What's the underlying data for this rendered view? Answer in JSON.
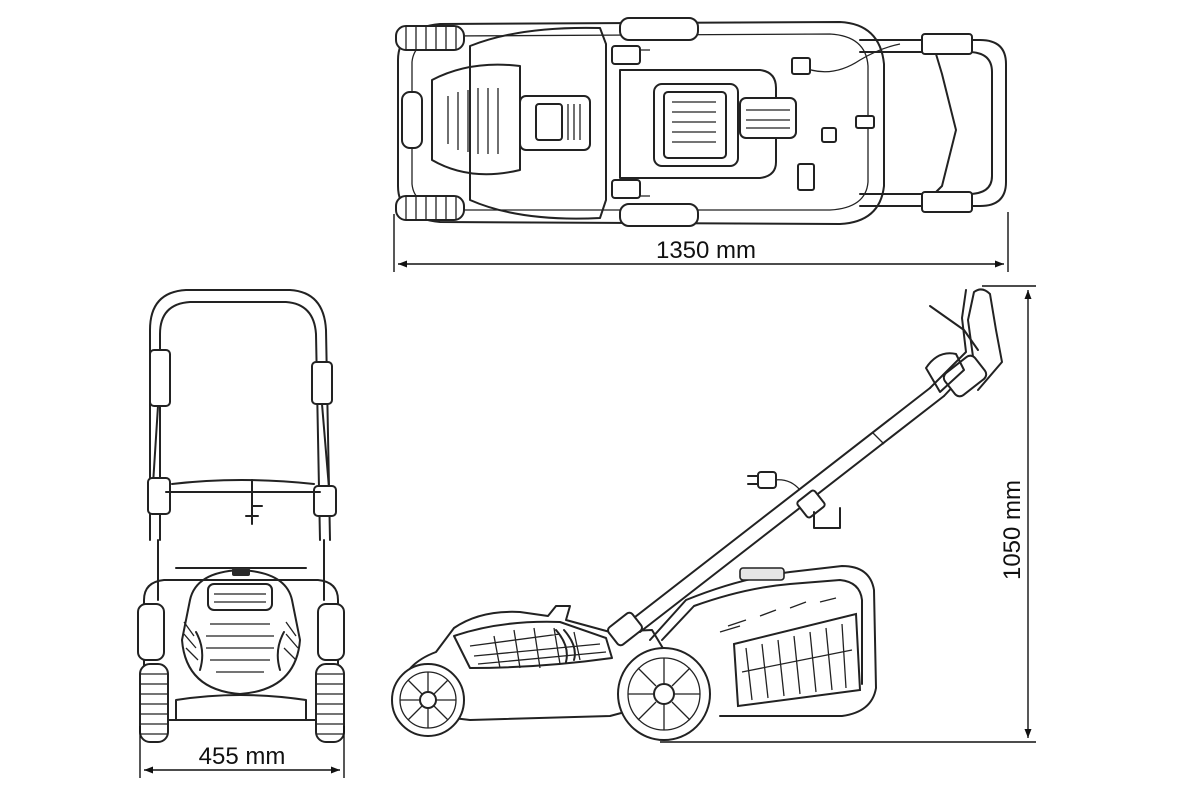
{
  "dimensions": {
    "length": "1350 mm",
    "width": "455 mm",
    "height": "1050 mm"
  }
}
